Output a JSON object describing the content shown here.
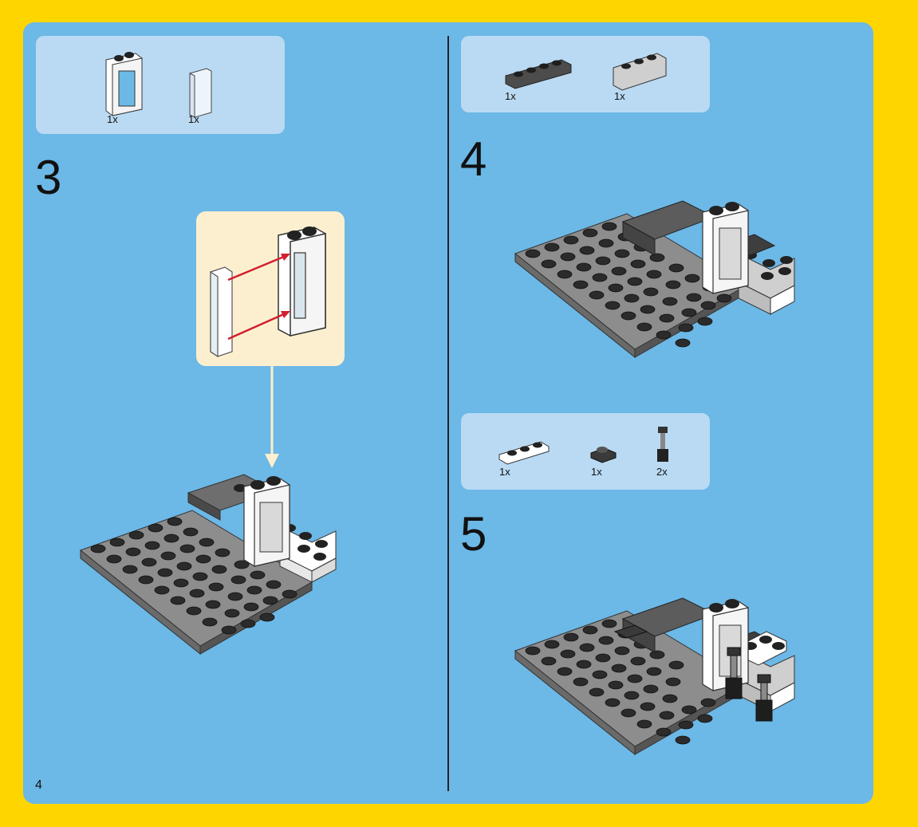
{
  "page_number": "4",
  "steps": [
    {
      "number": "3",
      "parts": [
        {
          "name": "white-door-frame",
          "qty": "1x"
        },
        {
          "name": "transparent-pane",
          "qty": "1x"
        }
      ]
    },
    {
      "number": "4",
      "parts": [
        {
          "name": "dark-gray-brick-1x4",
          "qty": "1x"
        },
        {
          "name": "light-gray-brick-1x3",
          "qty": "1x"
        }
      ]
    },
    {
      "number": "5",
      "parts": [
        {
          "name": "white-plate-1x3",
          "qty": "1x"
        },
        {
          "name": "dark-tile-1x1",
          "qty": "1x"
        },
        {
          "name": "black-bar-piece",
          "qty": "2x"
        }
      ]
    }
  ],
  "colors": {
    "background": "#FFD500",
    "page": "#6CB8E6",
    "parts_panel": "#BADAF3",
    "callout": "#FCEFCF",
    "arrow": "#D11F2E"
  }
}
